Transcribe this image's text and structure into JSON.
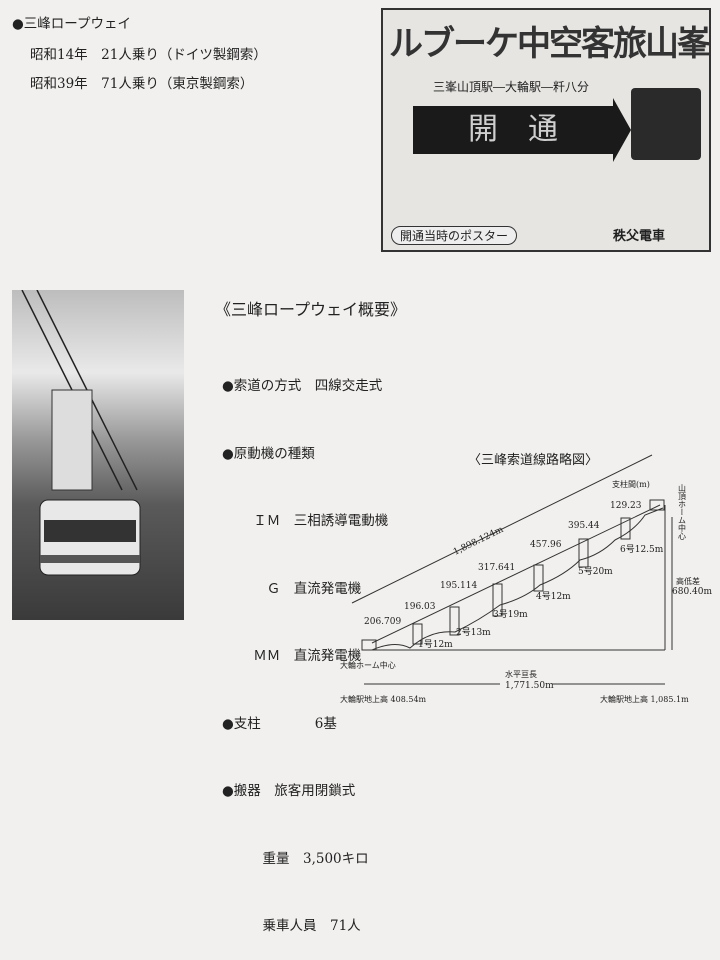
{
  "header": {
    "title": "●三峰ロープウェイ",
    "lines": [
      "昭和14年　21人乗り（ドイツ製鋼索）",
      "昭和39年　71人乗り（東京製鋼索）"
    ]
  },
  "poster": {
    "headline": "三峯山旅客空中ケーブル",
    "route": "三峯山頂駅―大輪駅―粁八分",
    "arrow": "開　通",
    "caption": "開通当時のポスター",
    "company": "秩父電車"
  },
  "summary": {
    "title": "《三峰ロープウェイ概要》",
    "items": [
      "●索道の方式　四線交走式",
      "●原動機の種類",
      "　　 ＩＭ　三相誘導電動機",
      "　　　 Ｇ　直流発電機",
      "　　 ＭＭ　直流発電機",
      "●支柱　　　　6基",
      "●搬器　旅客用閉鎖式",
      "　　　重量　3,500キロ",
      "　　　乗車人員　71人"
    ]
  },
  "diagram": {
    "title": "〈三峰索道線路略図〉",
    "slope_length": "1,898.124m",
    "span_label": "支柱間(m)",
    "spans": [
      "206.709",
      "196.03",
      "195.114",
      "317.641",
      "457.96",
      "395.44",
      "129.23"
    ],
    "towers": [
      "1号12m",
      "2号13m",
      "3号19m",
      "4号12m",
      "5号20m",
      "6号12.5m"
    ],
    "top_station": "山頂ホーム中心",
    "bottom_station": "大輪ホーム中心",
    "height_diff_label": "高低差",
    "height_diff": "680.40m",
    "horizontal_label": "水平亘長",
    "horizontal": "1,771.50m",
    "bottom_alt": "大輪駅地上高 408.54m",
    "top_alt": "大輪駅地上高 1,085.1m"
  }
}
